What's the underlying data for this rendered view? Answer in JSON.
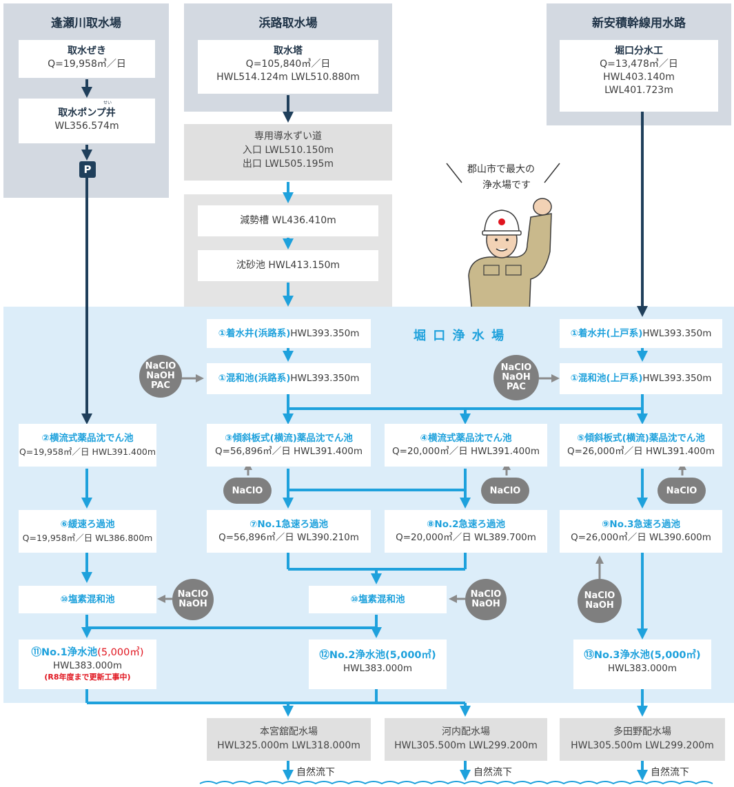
{
  "sources": {
    "left_title": "逢瀬川取水場",
    "center_title": "浜路取水場",
    "right_title": "新安積幹線用水路",
    "toriseki": {
      "name": "取水ぜき",
      "q": "Q=19,958㎥／日"
    },
    "pump_well": {
      "name": "取水ポンプ井",
      "wl": "WL356.574m",
      "ruby": "せい"
    },
    "pump_label": "P",
    "tower": {
      "name": "取水塔",
      "q": "Q=105,840㎥／日",
      "levels": "HWL514.124m LWL510.880m"
    },
    "horiguchi_gate": {
      "name": "堀口分水工",
      "q": "Q=13,478㎥／日",
      "hwl": "HWL403.140m",
      "lwl": "LWL401.723m"
    }
  },
  "conduit": {
    "name": "専用導水ずい道",
    "inlet": "入口 LWL510.150m",
    "outlet": "出口 LWL505.195m"
  },
  "gensei": "減勢槽 WL436.410m",
  "chinsha": "沈砂池 HWL413.150m",
  "speech": {
    "line1": "郡山市で最大の",
    "line2": "浄水場です"
  },
  "plant_title": "堀 口 浄 水 場",
  "units": {
    "u1a_name": "①着水井(浜路系)",
    "u1a_val": "HWL393.350m",
    "u1b_name": "①着水井(上戸系)",
    "u1b_val": "HWL393.350m",
    "u2a_name": "①混和池(浜路系)",
    "u2a_val": "HWL393.350m",
    "u2b_name": "①混和池(上戸系)",
    "u2b_val": "HWL393.350m",
    "s2_name": "②横流式薬品沈でん池",
    "s2_val": "Q=19,958㎥／日 HWL391.400m",
    "s3_name": "③傾斜板式(横流)薬品沈でん池",
    "s3_val": "Q=56,896㎥／日 HWL391.400m",
    "s4_name": "④横流式薬品沈でん池",
    "s4_val": "Q=20,000㎥／日 HWL391.400m",
    "s5_name": "⑤傾斜板式(横流)薬品沈でん池",
    "s5_val": "Q=26,000㎥／日 HWL391.400m",
    "f6_name": "⑥緩速ろ過池",
    "f6_val": "Q=19,958㎥／日 WL386.800m",
    "f7_name": "⑦No.1急速ろ過池",
    "f7_val": "Q=56,896㎥／日 WL390.210m",
    "f8_name": "⑧No.2急速ろ過池",
    "f8_val": "Q=20,000㎥／日 WL389.700m",
    "f9_name": "⑨No.3急速ろ過池",
    "f9_val": "Q=26,000㎥／日 WL390.600m",
    "c10a_name": "⑩塩素混和池",
    "c10b_name": "⑩塩素混和池",
    "r11_name": "⑪No.1浄水池",
    "r11_cap": "(5,000㎥)",
    "r11_val": "HWL383.000m",
    "r11_note": "(R8年度まで更新工事中)",
    "r12_name": "⑫No.2浄水池(5,000㎥)",
    "r12_val": "HWL383.000m",
    "r13_name": "⑬No.3浄水池(5,000㎥)",
    "r13_val": "HWL383.000m"
  },
  "chemicals": {
    "mix": [
      "NaClO",
      "NaOH",
      "PAC"
    ],
    "naclo": "NaClO",
    "chlorine": [
      "NaClO",
      "NaOH"
    ]
  },
  "distribution": {
    "d1_name": "本宮舘配水場",
    "d1_val": "HWL325.000m LWL318.000m",
    "d2_name": "河内配水場",
    "d2_val": "HWL305.500m LWL299.200m",
    "d3_name": "多田野配水場",
    "d3_val": "HWL305.500m LWL299.200m",
    "flow": "自然流下"
  },
  "colors": {
    "navy": "#1f3f5b",
    "blue": "#1ea1dc",
    "plant_bg": "#dcedf9",
    "gray": "#7f7f7f",
    "red": "#e0141e"
  }
}
